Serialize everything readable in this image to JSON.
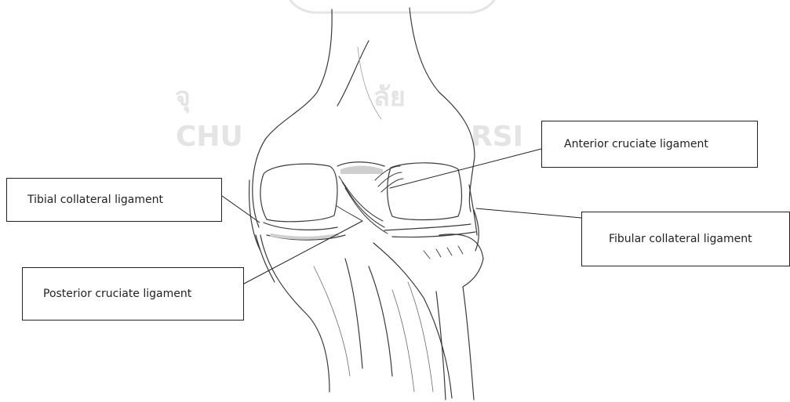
{
  "labels": {
    "acl": "Anterior cruciate ligament",
    "tcl": "Tibial collateral ligament",
    "fcl": "Fibular collateral ligament",
    "pcl": "Posterior cruciate ligament"
  },
  "watermark": {
    "thai_left": "จุ",
    "thai_right": "ลัย",
    "latin_left": "CHU",
    "latin_right": "RSI"
  },
  "colors": {
    "line": "#222222",
    "sketch": "#3a3a3a",
    "shade": "#cfcfcf",
    "watermark": "#e4e4e4"
  }
}
